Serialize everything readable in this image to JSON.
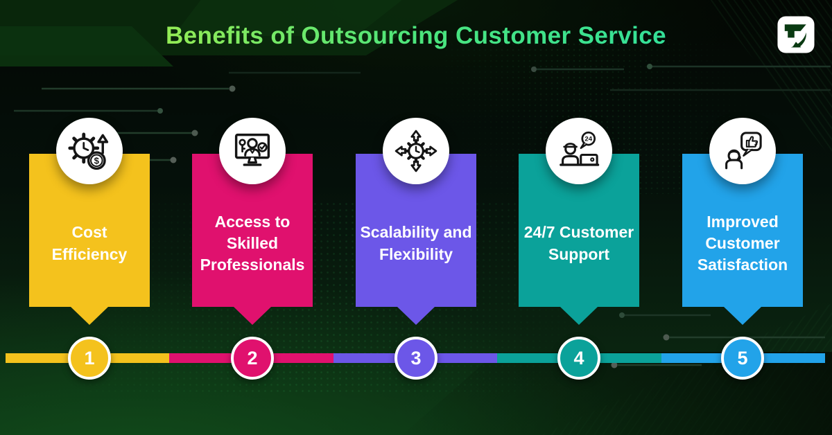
{
  "header": {
    "title": "Benefits of Outsourcing Customer Service"
  },
  "title_gradient": [
    "#c3f03c",
    "#4ce57c",
    "#24ddab"
  ],
  "logo": {
    "glyph": "fz-monogram"
  },
  "cards": [
    {
      "number": "1",
      "title": "Cost Efficiency",
      "color": "#F4C21D",
      "icon": "cost-efficiency-icon",
      "icon_label": "$"
    },
    {
      "number": "2",
      "title": "Access to Skilled Professionals",
      "color": "#E0116E",
      "icon": "skilled-professionals-icon",
      "icon_label": ""
    },
    {
      "number": "3",
      "title": "Scalability and Flexibility",
      "color": "#6C57E8",
      "icon": "scalability-flexibility-icon",
      "icon_label": ""
    },
    {
      "number": "4",
      "title": "24/7 Customer Support",
      "color": "#0BA29A",
      "icon": "customer-support-24-7-icon",
      "icon_label": "24"
    },
    {
      "number": "5",
      "title": "Improved Customer Satisfaction",
      "color": "#22A3E9",
      "icon": "customer-satisfaction-icon",
      "icon_label": ""
    }
  ]
}
